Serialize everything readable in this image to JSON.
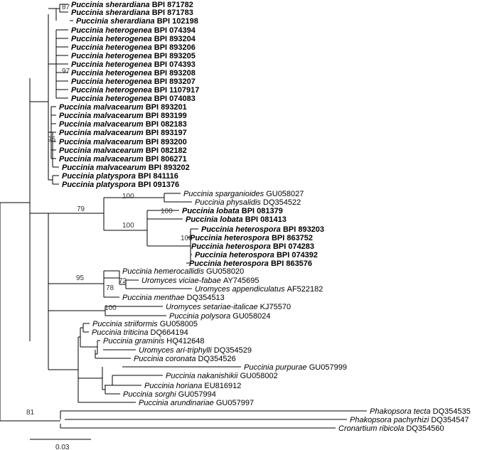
{
  "taxa": [
    {
      "genus": "Puccinia",
      "epithet": "sherardiana",
      "voucher": "BPI 871782",
      "bold": true
    },
    {
      "genus": "Puccinia",
      "epithet": "sherardiana",
      "voucher": "BPI 871783",
      "bold": true
    },
    {
      "genus": "Puccinia",
      "epithet": "sherardiana",
      "voucher": "BPI 102198",
      "bold": true
    },
    {
      "genus": "Puccinia",
      "epithet": "heterogenea",
      "voucher": "BPI 074394",
      "bold": true
    },
    {
      "genus": "Puccinia",
      "epithet": "heterogenea",
      "voucher": "BPI 893204",
      "bold": true
    },
    {
      "genus": "Puccinia",
      "epithet": "heterogenea",
      "voucher": "BPI 893206",
      "bold": true
    },
    {
      "genus": "Puccinia",
      "epithet": "heterogenea",
      "voucher": "BPI 893205",
      "bold": true
    },
    {
      "genus": "Puccinia",
      "epithet": "heterogenea",
      "voucher": "BPI 074393",
      "bold": true
    },
    {
      "genus": "Puccinia",
      "epithet": "heterogenea",
      "voucher": "BPI 893208",
      "bold": true
    },
    {
      "genus": "Puccinia",
      "epithet": "heterogenea",
      "voucher": "BPI 893207",
      "bold": true
    },
    {
      "genus": "Puccinia",
      "epithet": "heterogenea",
      "voucher": "BPI 1107917",
      "bold": true
    },
    {
      "genus": "Puccinia",
      "epithet": "heterogenea",
      "voucher": "BPI 074083",
      "bold": true
    },
    {
      "genus": "Puccinia",
      "epithet": "malvacearum",
      "voucher": "BPI 893201",
      "bold": true
    },
    {
      "genus": "Puccinia",
      "epithet": "malvacearum",
      "voucher": "BPI 893199",
      "bold": true
    },
    {
      "genus": "Puccinia",
      "epithet": "malvacearum",
      "voucher": "BPI 082183",
      "bold": true
    },
    {
      "genus": "Puccinia",
      "epithet": "malvacearum",
      "voucher": "BPI 893197",
      "bold": true
    },
    {
      "genus": "Puccinia",
      "epithet": "malvacearum",
      "voucher": "BPI 893200",
      "bold": true
    },
    {
      "genus": "Puccinia",
      "epithet": "malvacearum",
      "voucher": "BPI 082182",
      "bold": true
    },
    {
      "genus": "Puccinia",
      "epithet": "malvacearum",
      "voucher": "BPI 806271",
      "bold": true
    },
    {
      "genus": "Puccinia",
      "epithet": "malvacearum",
      "voucher": "BPI 893202",
      "bold": true
    },
    {
      "genus": "Puccinia",
      "epithet": "platyspora",
      "voucher": "BPI 841116",
      "bold": true
    },
    {
      "genus": "Puccinia",
      "epithet": "platyspora",
      "voucher": "BPI 091376",
      "bold": true
    },
    {
      "genus": "Puccinia",
      "epithet": "sparganioides",
      "voucher": "GU058027",
      "bold": false
    },
    {
      "genus": "Puccinia",
      "epithet": "physalidis",
      "voucher": "DQ354522",
      "bold": false
    },
    {
      "genus": "Puccinia",
      "epithet": "lobata",
      "voucher": "BPI 081379",
      "bold": true
    },
    {
      "genus": "Puccinia",
      "epithet": "lobata",
      "voucher": "BPI 081413",
      "bold": true
    },
    {
      "genus": "Puccinia",
      "epithet": "heterospora",
      "voucher": "BPI 893203",
      "bold": true
    },
    {
      "genus": "Puccinia",
      "epithet": "heterospora",
      "voucher": "BPI 863752",
      "bold": true
    },
    {
      "genus": "Puccinia",
      "epithet": "heterospora",
      "voucher": "BPI 074283",
      "bold": true
    },
    {
      "genus": "Puccinia",
      "epithet": "heterospora",
      "voucher": "BPI 074392",
      "bold": true
    },
    {
      "genus": "Puccinia",
      "epithet": "heterospora",
      "voucher": "BPI 863576",
      "bold": true
    },
    {
      "genus": "Puccinia",
      "epithet": "hemerocallidis",
      "voucher": "GU058020",
      "bold": false
    },
    {
      "genus": "Uromyces",
      "epithet": "viciae-fabae",
      "voucher": "AY745695",
      "bold": false
    },
    {
      "genus": "Uromyces",
      "epithet": "appendiculatus",
      "voucher": "AF522182",
      "bold": false
    },
    {
      "genus": "Puccinia",
      "epithet": "menthae",
      "voucher": "DQ354513",
      "bold": false
    },
    {
      "genus": "Uromyces",
      "epithet": "setariae-italicae",
      "voucher": "KJ75570",
      "bold": false
    },
    {
      "genus": "Puccinia",
      "epithet": "polysora",
      "voucher": "GU058024",
      "bold": false
    },
    {
      "genus": "Puccinia",
      "epithet": "striiformis",
      "voucher": "GU058005",
      "bold": false
    },
    {
      "genus": "Puccinia",
      "epithet": "triticina",
      "voucher": "DQ664194",
      "bold": false
    },
    {
      "genus": "Puccinia",
      "epithet": "graminis",
      "voucher": "HQ412648",
      "bold": false
    },
    {
      "genus": "Uromyces",
      "epithet": "ari-triphylli",
      "voucher": "DQ354529",
      "bold": false
    },
    {
      "genus": "Puccinia",
      "epithet": "coronata",
      "voucher": "DQ354526",
      "bold": false
    },
    {
      "genus": "Puccinia",
      "epithet": "purpurae",
      "voucher": "GU057999",
      "bold": false
    },
    {
      "genus": "Puccinia",
      "epithet": "nakanishikii",
      "voucher": "GU058002",
      "bold": false
    },
    {
      "genus": "Puccinia",
      "epithet": "horiana",
      "voucher": "EU816912",
      "bold": false
    },
    {
      "genus": "Puccinia",
      "epithet": "sorghi",
      "voucher": "GU057994",
      "bold": false
    },
    {
      "genus": "Puccinia",
      "epithet": "arundinariae",
      "voucher": "GU057997",
      "bold": false
    },
    {
      "genus": "Phakopsora",
      "epithet": "tecta",
      "voucher": "DQ354535",
      "bold": false
    },
    {
      "genus": "Phakopsora",
      "epithet": "pachyrhizi",
      "voucher": "DQ354547",
      "bold": false
    },
    {
      "genus": "Cronartium",
      "epithet": "ribicola",
      "voucher": "DQ354560",
      "bold": false
    }
  ],
  "support_values": [
    "87",
    "97",
    "95",
    "79",
    "100",
    "100",
    "100",
    "100",
    "95",
    "78",
    "72",
    "100",
    "81"
  ],
  "scale_bar": {
    "label": "0.03"
  }
}
